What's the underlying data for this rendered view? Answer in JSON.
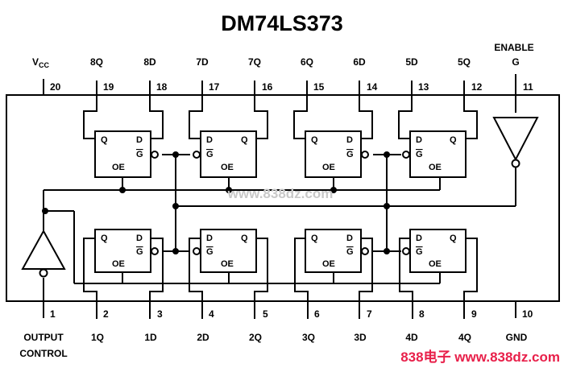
{
  "title": "DM74LS373",
  "top_pins": [
    {
      "label": "VCC",
      "num": "20"
    },
    {
      "label": "8Q",
      "num": "19"
    },
    {
      "label": "8D",
      "num": "18"
    },
    {
      "label": "7D",
      "num": "17"
    },
    {
      "label": "7Q",
      "num": "16"
    },
    {
      "label": "6Q",
      "num": "15"
    },
    {
      "label": "6D",
      "num": "14"
    },
    {
      "label": "5D",
      "num": "13"
    },
    {
      "label": "5Q",
      "num": "12"
    },
    {
      "label": "ENABLE",
      "label2": "G",
      "num": "11"
    }
  ],
  "bottom_pins": [
    {
      "label": "OUTPUT",
      "label2": "CONTROL",
      "num": "1"
    },
    {
      "label": "1Q",
      "num": "2"
    },
    {
      "label": "1D",
      "num": "3"
    },
    {
      "label": "2D",
      "num": "4"
    },
    {
      "label": "2Q",
      "num": "5"
    },
    {
      "label": "3Q",
      "num": "6"
    },
    {
      "label": "3D",
      "num": "7"
    },
    {
      "label": "4D",
      "num": "8"
    },
    {
      "label": "4Q",
      "num": "9"
    },
    {
      "label": "GND",
      "num": "10"
    }
  ],
  "latch_labels": {
    "q": "Q",
    "d": "D",
    "g": "G",
    "oe": "OE"
  },
  "vcc_sub": "CC",
  "watermark": "www.838dz.com",
  "footer": "838电子 www.838dz.com"
}
